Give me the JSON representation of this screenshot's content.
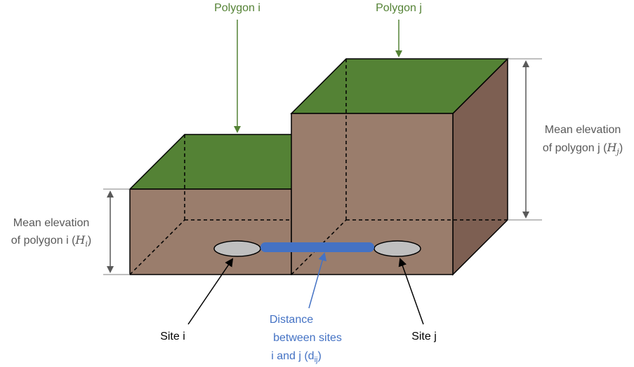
{
  "labels": {
    "polygon_i": "Polygon i",
    "polygon_j": "Polygon j",
    "mean_elev_i_line1": "Mean elevation",
    "mean_elev_i_line2": "of polygon i (",
    "mean_elev_i_sym": "H",
    "mean_elev_i_sub": "i",
    "mean_elev_i_close": ")",
    "mean_elev_j_line1": "Mean elevation",
    "mean_elev_j_line2": "of polygon j (",
    "mean_elev_j_sym": "H",
    "mean_elev_j_sub": "j",
    "mean_elev_j_close": ")",
    "site_i": "Site i",
    "site_j": "Site j",
    "distance_line1": "Distance",
    "distance_line2": "between sites",
    "distance_line3": "i and j (d",
    "distance_sub": "ij",
    "distance_close": ")"
  },
  "colors": {
    "grass_green": "#548235",
    "soil_front": "#9a7d6c",
    "soil_side": "#7d5f52",
    "site_fill": "#bfbfbf",
    "distance_blue": "#4472c4",
    "label_green": "#548235",
    "label_gray": "#595959"
  }
}
